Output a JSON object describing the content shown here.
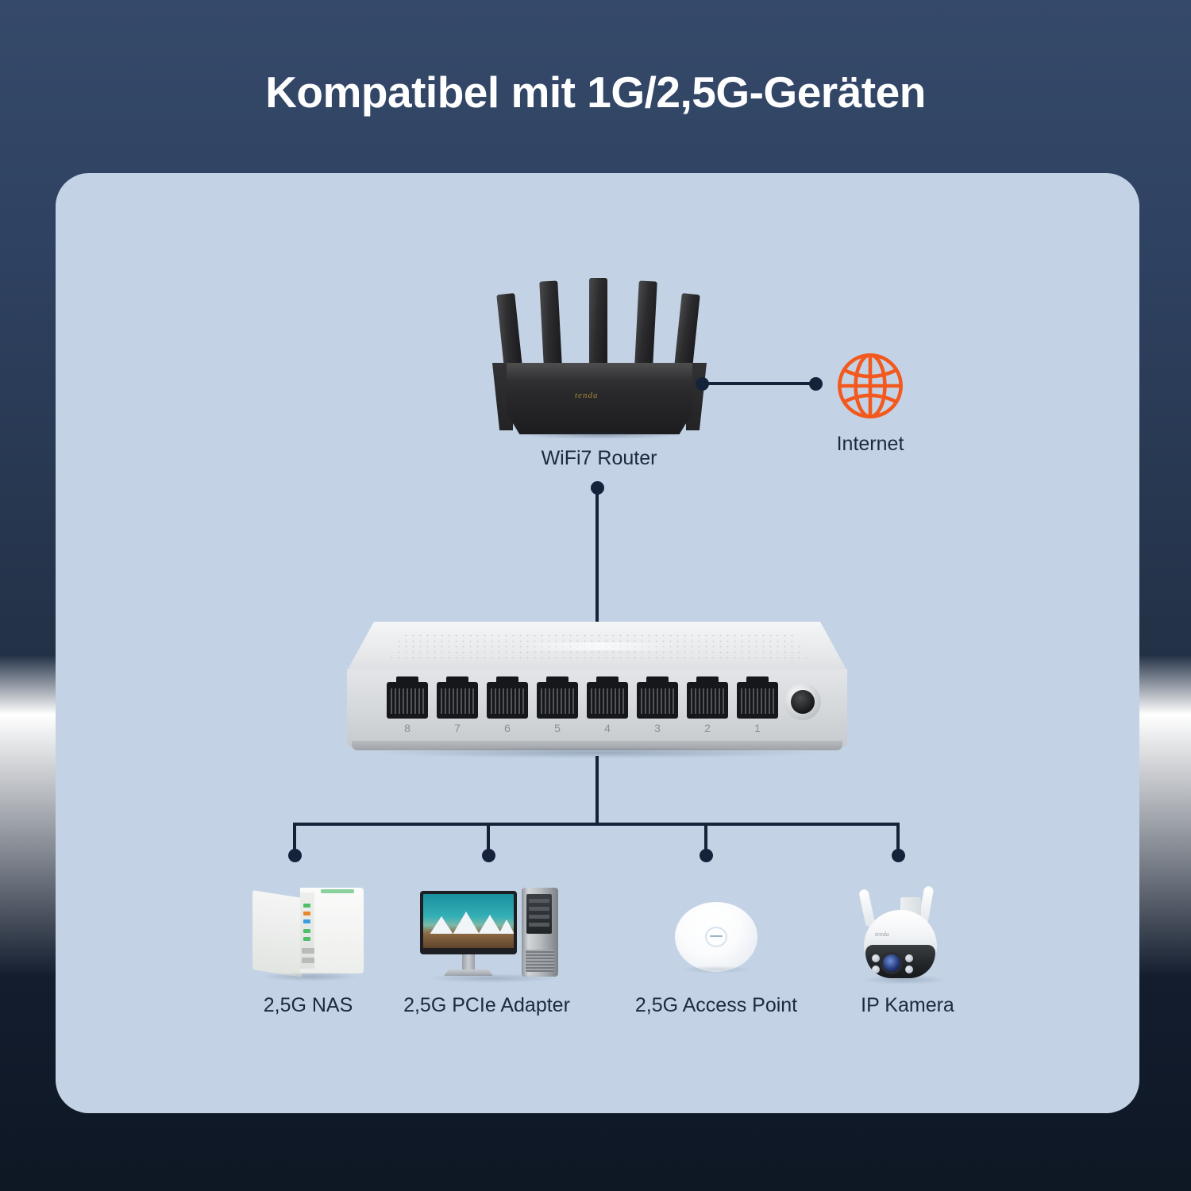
{
  "page": {
    "title": "Kompatibel mit 1G/2,5G-Geräten",
    "bg_color_top": "#35496a",
    "bg_color_bottom": "#0e1724",
    "card_color": "#c3d3e5",
    "line_color": "#16223a",
    "text_color": "#1b2a41",
    "accent_color": "#f3591f"
  },
  "diagram": {
    "router": {
      "label": "WiFi7 Router",
      "brand": "tenda",
      "antenna_count": 5,
      "icon": "wifi-router-icon"
    },
    "internet": {
      "label": "Internet",
      "icon": "globe-icon",
      "color": "#f3591f"
    },
    "switch": {
      "icon": "network-switch-icon",
      "port_count": 8,
      "port_numbers": [
        "8",
        "7",
        "6",
        "5",
        "4",
        "3",
        "2",
        "1"
      ],
      "power_jack": "power-jack"
    },
    "clients": [
      {
        "label": "2,5G NAS",
        "icon": "nas-icon"
      },
      {
        "label": "2,5G PCIe Adapter",
        "icon": "desktop-pc-icon"
      },
      {
        "label": "2,5G Access Point",
        "icon": "access-point-icon"
      },
      {
        "label": "IP Kamera",
        "icon": "ip-camera-icon"
      }
    ]
  }
}
